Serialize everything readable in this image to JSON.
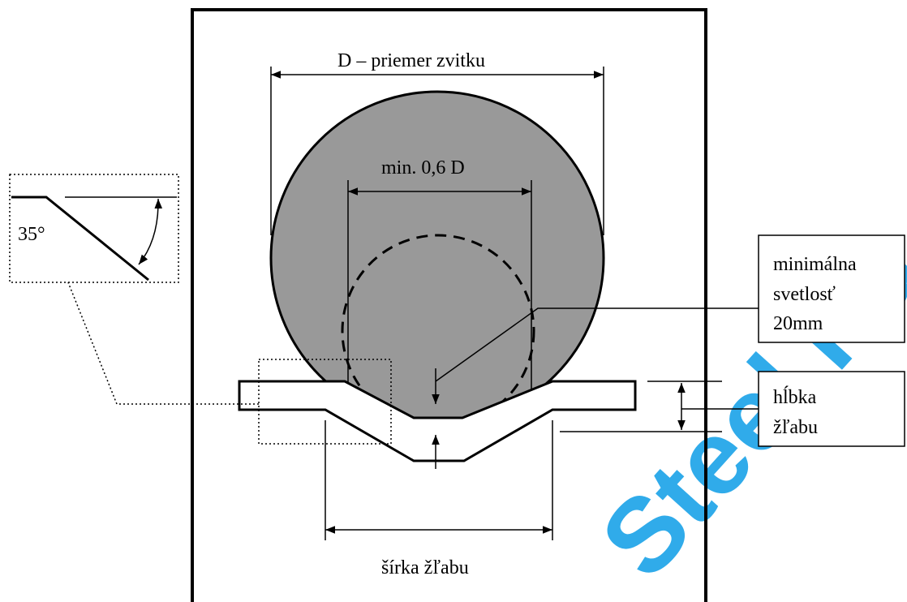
{
  "labels": {
    "diameter": "D – priemer zvitku",
    "min_diameter": "min. 0,6 D",
    "angle": "35°",
    "clearance_line1": "minimálna",
    "clearance_line2": "svetlosť",
    "clearance_line3": "20mm",
    "depth_line1": "hĺbka",
    "depth_line2": "žľabu",
    "width": "šírka žľabu",
    "watermark": "Steel Ka"
  },
  "colors": {
    "coil_fill": "#999999",
    "line": "#000000",
    "watermark": "#1aa3e8",
    "background": "#ffffff"
  }
}
